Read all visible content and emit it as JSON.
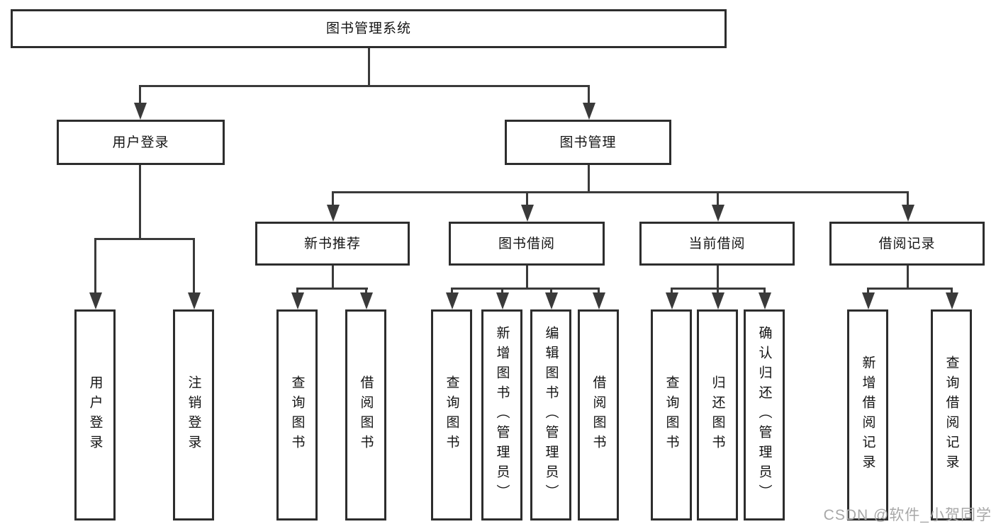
{
  "diagram": {
    "root": "图书管理系统",
    "level2": [
      "用户登录",
      "图书管理"
    ],
    "level3": [
      "新书推荐",
      "图书借阅",
      "当前借阅",
      "借阅记录"
    ],
    "leaves": [
      "用户登录",
      "注销登录",
      "查询图书",
      "借阅图书",
      "查询图书",
      "新增图书（管理员）",
      "编辑图书（管理员）",
      "借阅图书",
      "查询图书",
      "归还图书",
      "确认归还（管理员）",
      "新增借阅记录",
      "查询借阅记录"
    ]
  },
  "watermark": "CSDN @软件_小贺同学",
  "colors": {
    "line": "#3a3a3a",
    "box_border": "#2d2d2d",
    "text": "#141414",
    "watermark": "#a8a8a8",
    "background": "#ffffff"
  }
}
